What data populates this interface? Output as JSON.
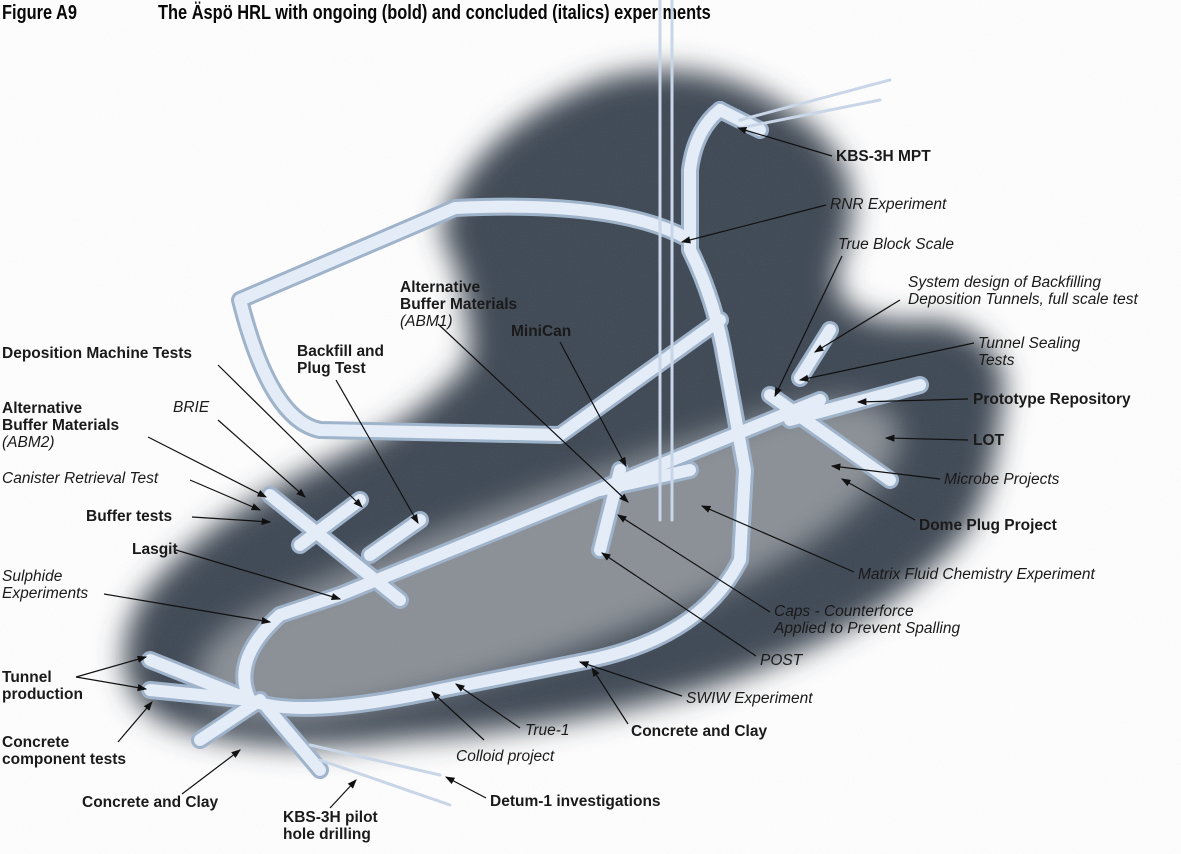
{
  "figure": {
    "number": "Figure A9",
    "caption": "The Äspö HRL with ongoing (bold) and concluded (italics) experiments"
  },
  "colors": {
    "tunnel": "#dfe9f5",
    "tunnel_edge": "#9fb3cb",
    "rock": "#3d4752",
    "ground": "#8f949a"
  },
  "labels": {
    "kbs3h_mpt": [
      "KBS-3H MPT"
    ],
    "rnr": [
      "RNR Experiment"
    ],
    "true_block": [
      "True Block Scale"
    ],
    "system_design": [
      "System design of Backfilling",
      "Deposition Tunnels, full scale test"
    ],
    "tunnel_sealing": [
      "Tunnel Sealing",
      "Tests"
    ],
    "prototype": [
      "Prototype Repository"
    ],
    "lot": [
      "LOT"
    ],
    "microbe": [
      "Microbe Projects"
    ],
    "dome_plug": [
      "Dome Plug Project"
    ],
    "matrix": [
      "Matrix Fluid Chemistry Experiment"
    ],
    "caps": [
      "Caps - Counterforce",
      "Applied to Prevent Spalling"
    ],
    "post": [
      "POST"
    ],
    "swiw": [
      "SWIW Experiment"
    ],
    "concrete_clay_r": [
      "Concrete and Clay"
    ],
    "true1": [
      "True-1"
    ],
    "colloid": [
      "Colloid project"
    ],
    "detum": [
      "Detum-1 investigations"
    ],
    "kbs3h_pilot": [
      "KBS-3H pilot",
      "hole drilling"
    ],
    "concrete_clay_l": [
      "Concrete and Clay"
    ],
    "concrete_comp": [
      "Concrete",
      "component tests"
    ],
    "tunnel_prod": [
      "Tunnel",
      "production"
    ],
    "sulphide": [
      "Sulphide",
      "Experiments"
    ],
    "lasgit": [
      "Lasgit"
    ],
    "buffer_tests": [
      "Buffer tests"
    ],
    "canister": [
      "Canister Retrieval Test"
    ],
    "abm2": [
      "Alternative",
      "Buffer Materials",
      "(ABM2)"
    ],
    "brie": [
      "BRIE"
    ],
    "deposition_machine": [
      "Deposition Machine Tests"
    ],
    "backfill_plug": [
      "Backfill and",
      "Plug Test"
    ],
    "abm1": [
      "Alternative",
      "Buffer Materials",
      "(ABM1)"
    ],
    "minican": [
      "MiniCan"
    ]
  }
}
